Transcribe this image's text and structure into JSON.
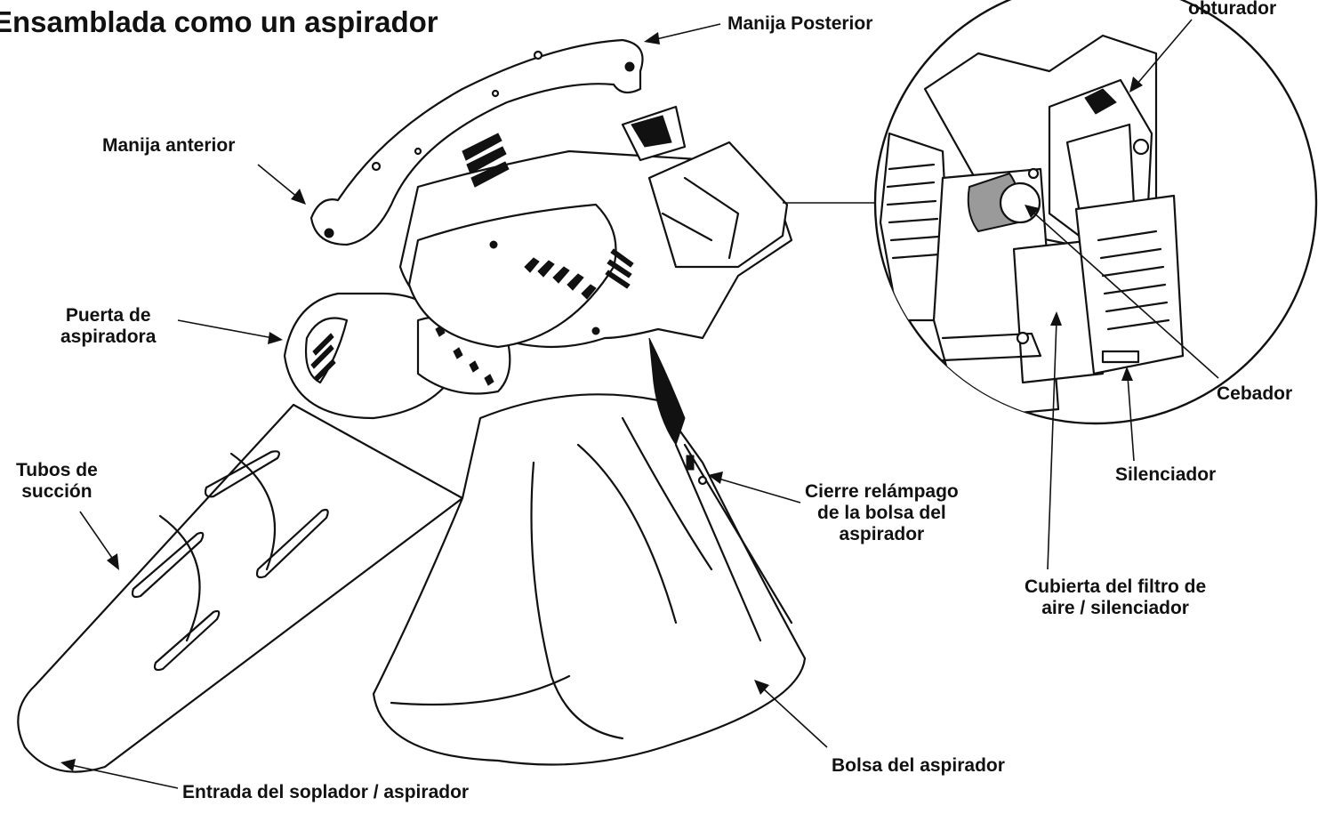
{
  "title": "Ensamblada como un aspirador",
  "labels": {
    "manija_posterior": "Manija Posterior",
    "obturador": "obturador",
    "manija_anterior": "Manija anterior",
    "puerta_line1": "Puerta de",
    "puerta_line2": "aspiradora",
    "tubos_line1": "Tubos de",
    "tubos_line2": "succión",
    "cebador": "Cebador",
    "silenciador": "Silenciador",
    "cierre_line1": "Cierre relámpago",
    "cierre_line2": "de la bolsa del",
    "cierre_line3": "aspirador",
    "cubierta_line1": "Cubierta del filtro de",
    "cubierta_line2": "aire / silenciador",
    "bolsa": "Bolsa del aspirador",
    "entrada": "Entrada del soplador / aspirador"
  }
}
